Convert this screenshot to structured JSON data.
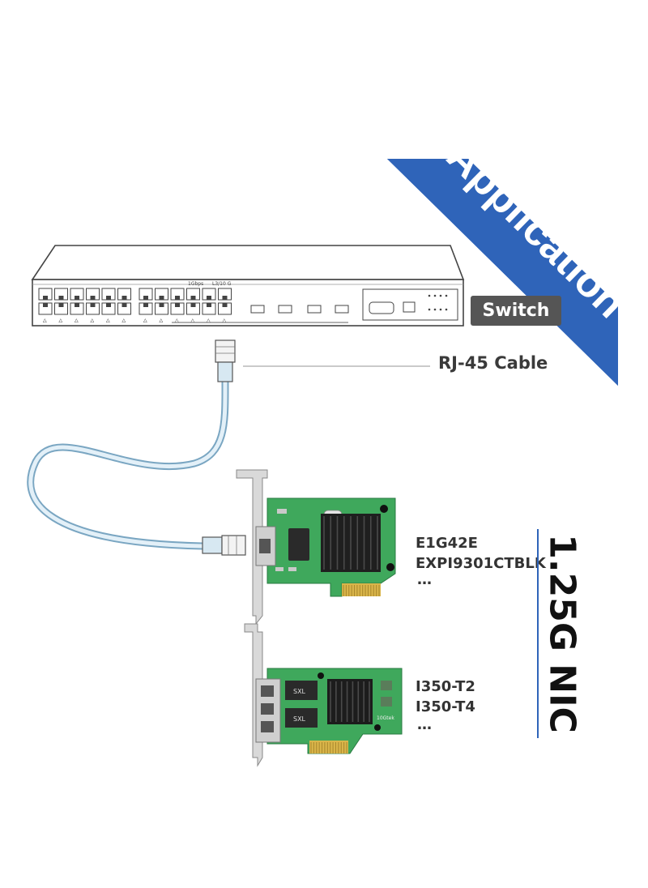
{
  "banner": {
    "text": "Application",
    "color": "#2f64b9"
  },
  "switch": {
    "label": "Switch",
    "front_text_a": "1Gbps",
    "front_text_b": "L3/10 G"
  },
  "cable": {
    "label": "RJ-45 Cable",
    "color": "#b7d4e6"
  },
  "nic_group": {
    "title": "1.25G NIC",
    "accent": "#2f64b9"
  },
  "card_1": {
    "models": [
      "E1G42E",
      "EXPI9301CTBLK",
      "…"
    ],
    "pcb_color": "#3fa85c"
  },
  "card_2": {
    "models": [
      "I350-T2",
      "I350-T4",
      "…"
    ],
    "brand": "10Gtek",
    "chip_text": "SXL",
    "pcb_color": "#3fa85c"
  }
}
